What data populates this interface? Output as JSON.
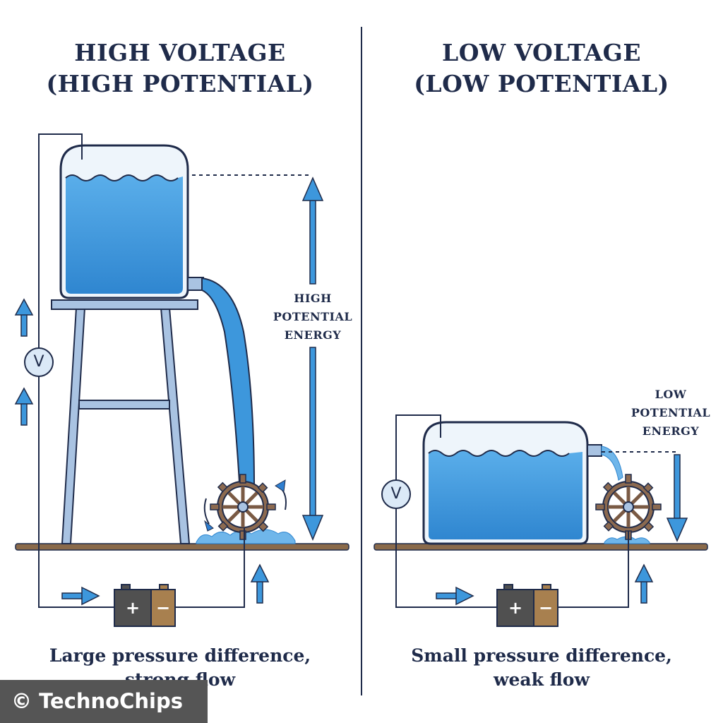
{
  "left_panel": {
    "title_line1": "HIGH VOLTAGE",
    "title_line2": "(HIGH POTENTIAL)",
    "energy_line1": "HIGH",
    "energy_line2": "POTENTIAL",
    "energy_line3": "ENERGY",
    "voltmeter": "V",
    "battery_plus": "+",
    "battery_minus": "−",
    "caption_line1": "Large pressure difference,",
    "caption_line2": "strong flow"
  },
  "right_panel": {
    "title_line1": "LOW VOLTAGE",
    "title_line2": "(LOW POTENTIAL)",
    "energy_line1": "LOW",
    "energy_line2": "POTENTIAL",
    "energy_line3": "ENERGY",
    "voltmeter": "V",
    "battery_plus": "+",
    "battery_minus": "−",
    "caption_line1": "Small pressure difference,",
    "caption_line2": "weak flow"
  },
  "watermark": "© TechnoChips",
  "colors": {
    "water": "#3d97dc",
    "water_light": "#6fb6ea",
    "outline": "#1f2b4a",
    "arrow": "#2f7fd0",
    "ground": "#8a6a4a",
    "tower": "#a9c3e2",
    "battery_dark": "#505050",
    "battery_copper": "#a8804f"
  },
  "icons": [
    "voltmeter-icon",
    "battery-icon",
    "water-wheel-icon",
    "flow-arrow-icon"
  ]
}
